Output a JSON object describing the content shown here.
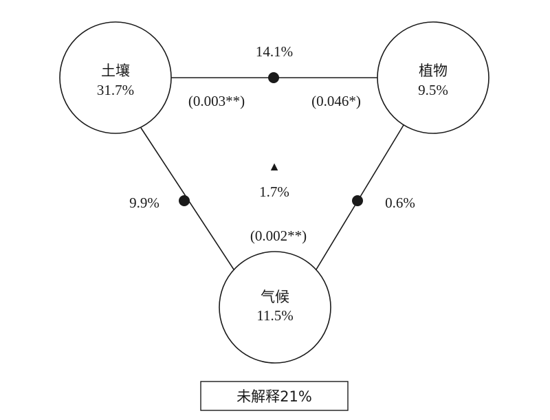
{
  "nodes": {
    "soil": {
      "name": "土壤",
      "value": "31.7%"
    },
    "plant": {
      "name": "植物",
      "value": "9.5%"
    },
    "climate": {
      "name": "气候",
      "value": "11.5%"
    }
  },
  "edges": {
    "soil_plant": {
      "value": "14.1%",
      "p_left": "(0.003**)",
      "p_right": "(0.046*)"
    },
    "soil_climate": {
      "value": "9.9%"
    },
    "plant_climate": {
      "value": "0.6%"
    }
  },
  "center": {
    "marker": "▲",
    "value": "1.7%",
    "p": "(0.002**)"
  },
  "unexplained": {
    "label": "未解释21%"
  },
  "colors": {
    "ink": "#1a1a1a",
    "background": "#ffffff"
  }
}
